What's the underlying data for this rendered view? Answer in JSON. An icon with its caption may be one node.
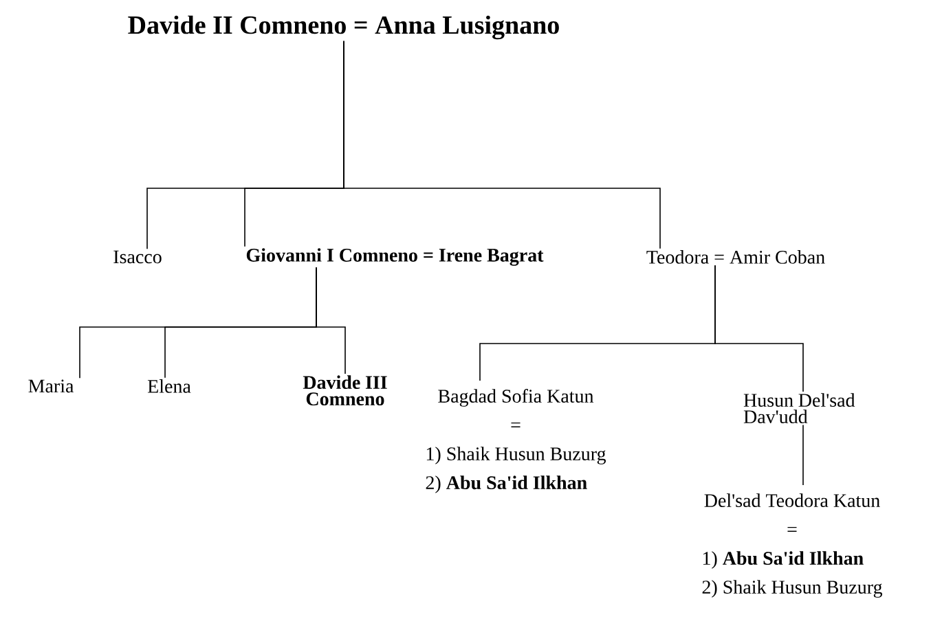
{
  "diagram": {
    "nodes": [
      {
        "text": [
          "Davide II Comneno = Anna Lusignano"
        ]
      },
      {
        "text": [
          "Isacco"
        ]
      },
      {
        "text": [
          "Giovanni I Comneno = Irene Bagrat"
        ]
      },
      {
        "text": [
          "Teodora = Amir Coban"
        ]
      },
      {
        "text": [
          "Maria"
        ]
      },
      {
        "text": [
          "Elena"
        ]
      },
      {
        "text": [
          "Davide III Comneno"
        ]
      },
      {
        "text": [
          "Bagdad Sofia Katun",
          "=",
          "1) Shaik Husun Buzurg",
          "2) **Abu Sa'id Ilkhan**"
        ]
      },
      {
        "text": [
          "Husun Del'sad Dav'udd"
        ]
      },
      {
        "text": [
          "Del'sad Teodora Katun",
          "=",
          "1) **Abu Sa'id Ilkhan**",
          "2) Shaik Husun Buzurg"
        ]
      }
    ],
    "edges": [
      {
        "from": 0,
        "to": 1,
        "arrow": "none"
      },
      {
        "from": 0,
        "to": 2,
        "arrow": "none"
      },
      {
        "from": 0,
        "to": 3,
        "arrow": "none"
      },
      {
        "from": 2,
        "to": 4,
        "arrow": "none"
      },
      {
        "from": 2,
        "to": 5,
        "arrow": "none"
      },
      {
        "from": 2,
        "to": 6,
        "arrow": "none"
      },
      {
        "from": 3,
        "to": 7,
        "arrow": "none"
      },
      {
        "from": 3,
        "to": 8,
        "arrow": "none"
      },
      {
        "from": 8,
        "to": 9,
        "arrow": "none"
      }
    ]
  }
}
